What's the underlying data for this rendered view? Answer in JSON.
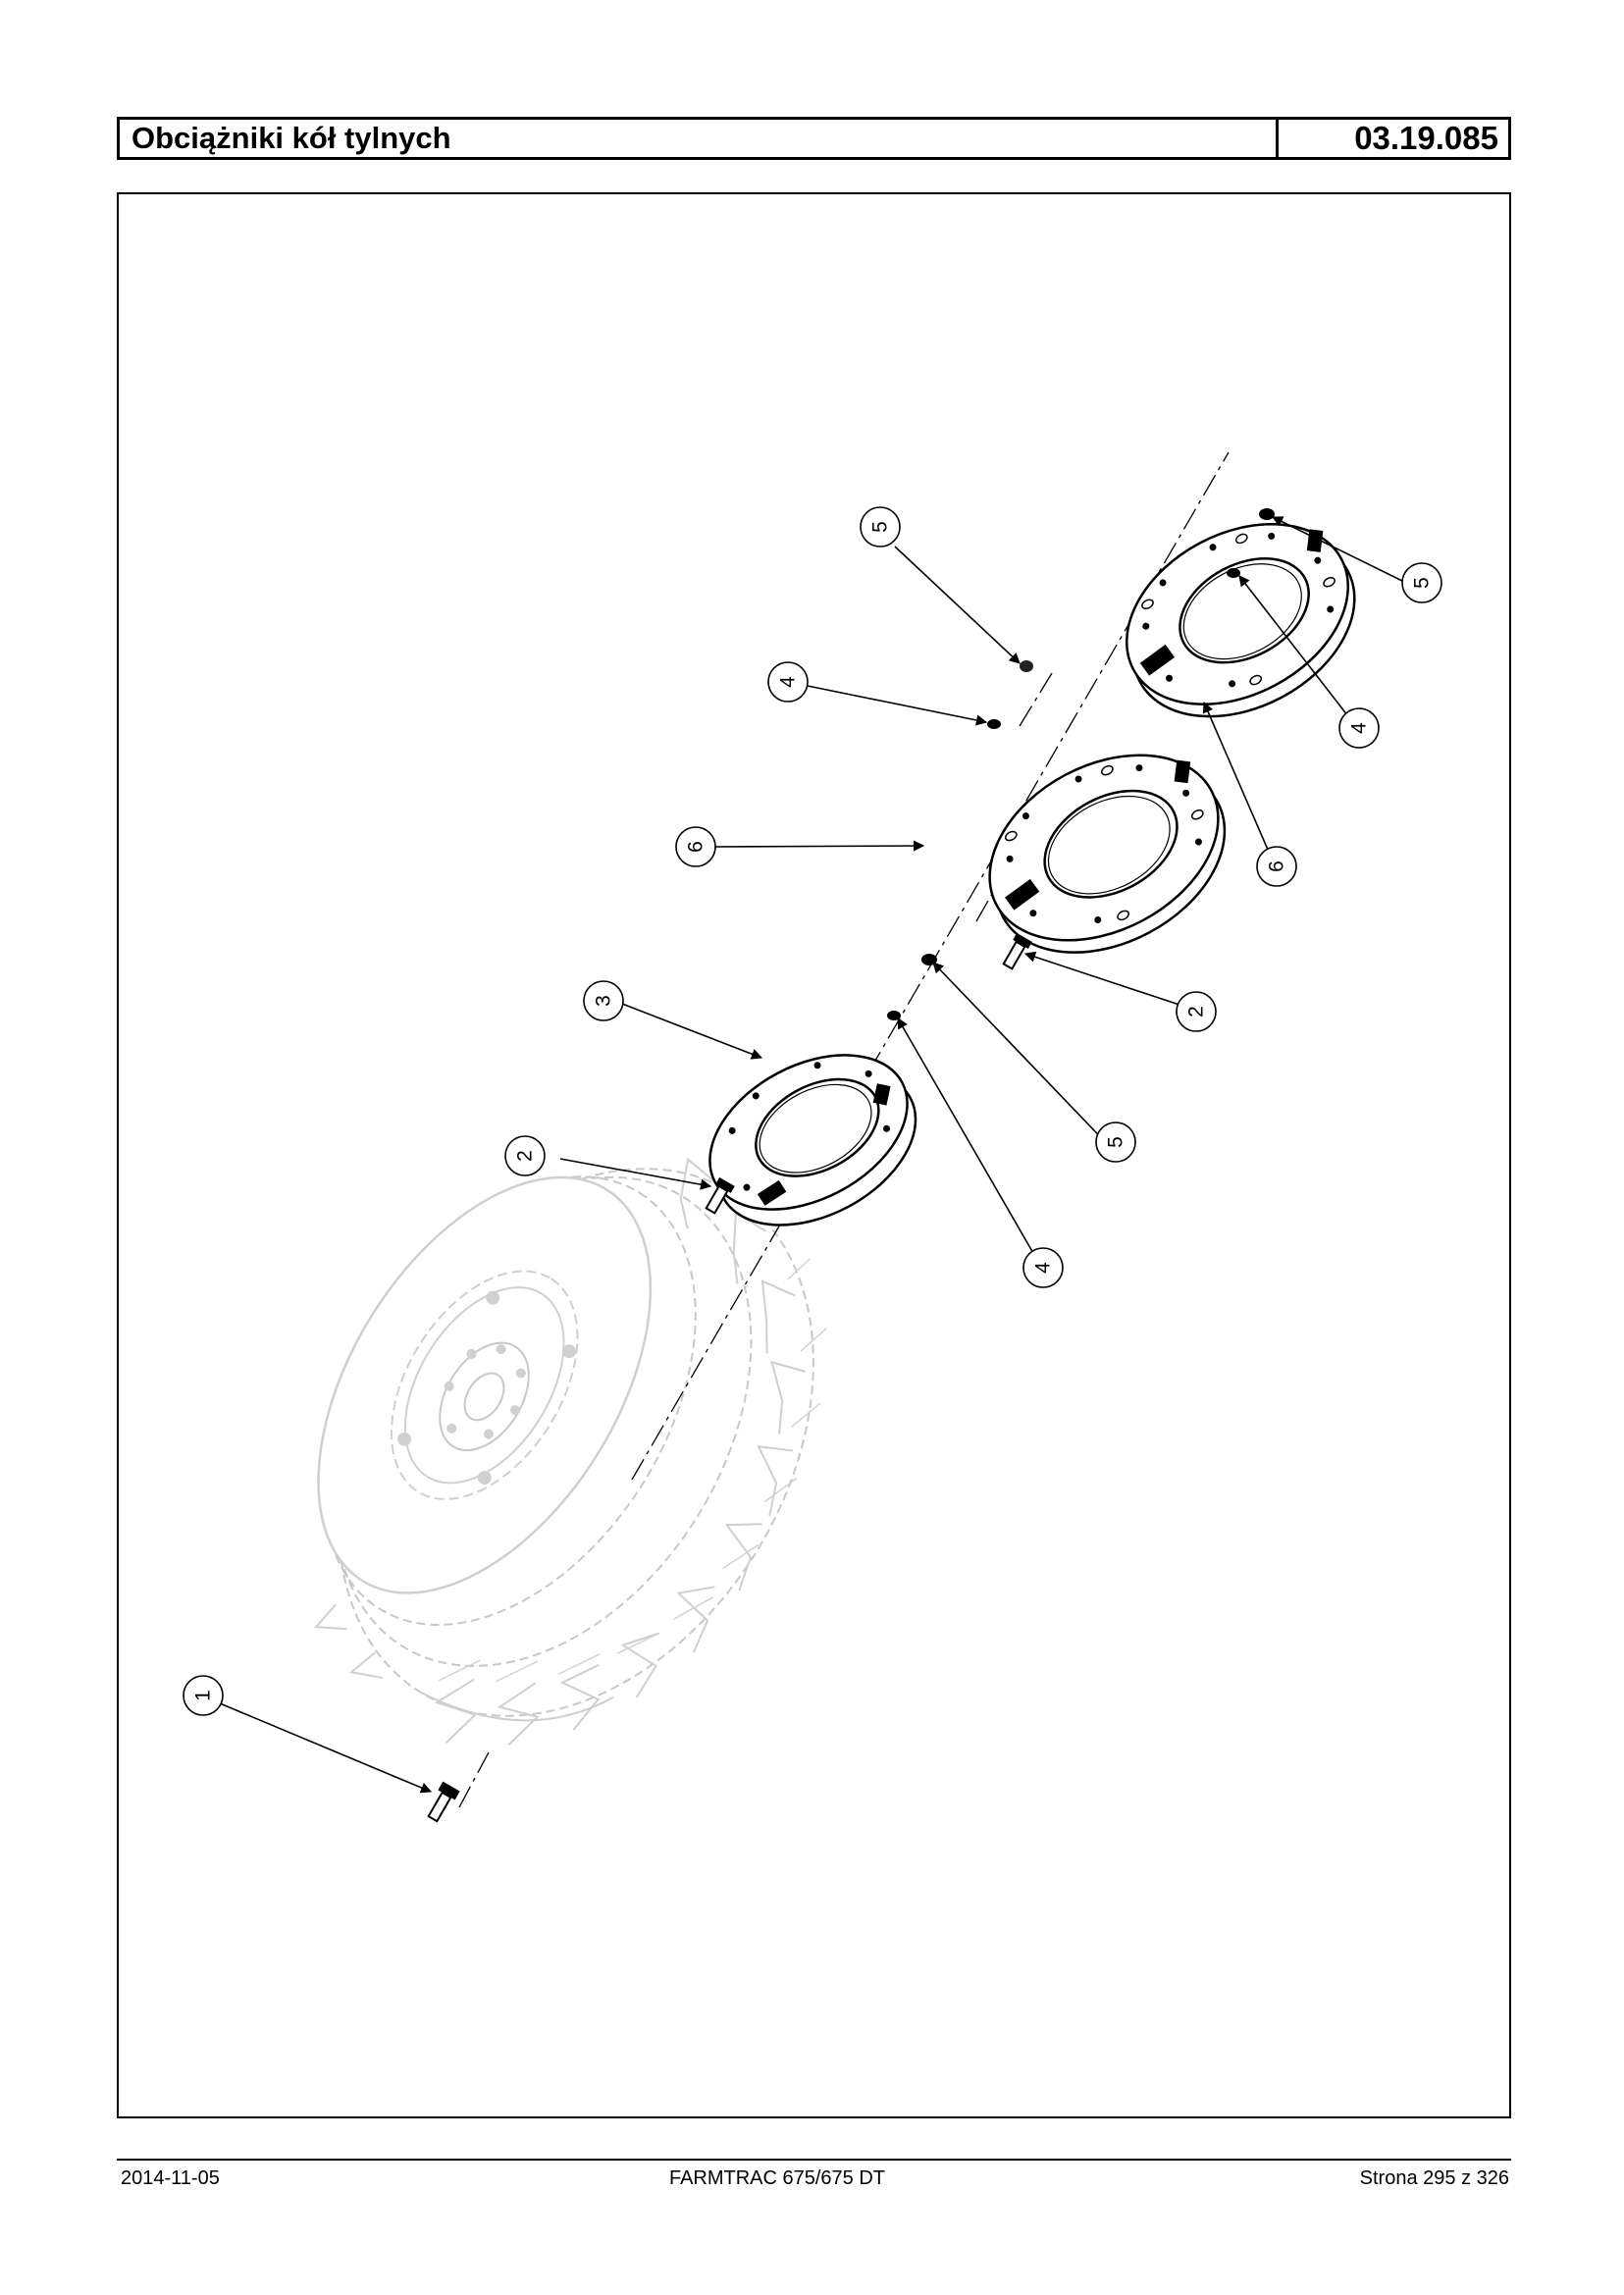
{
  "header": {
    "title": "Obciążniki kół tylnych",
    "code": "03.19.085"
  },
  "diagram": {
    "callouts": [
      {
        "label": "5"
      },
      {
        "label": "4"
      },
      {
        "label": "6"
      },
      {
        "label": "3"
      },
      {
        "label": "2"
      },
      {
        "label": "1"
      },
      {
        "label": "5"
      },
      {
        "label": "4"
      },
      {
        "label": "6"
      },
      {
        "label": "2"
      },
      {
        "label": "5"
      },
      {
        "label": "4"
      }
    ]
  },
  "footer": {
    "date": "2014-11-05",
    "model": "FARMTRAC 675/675 DT",
    "page": "Strona 295 z 326"
  }
}
